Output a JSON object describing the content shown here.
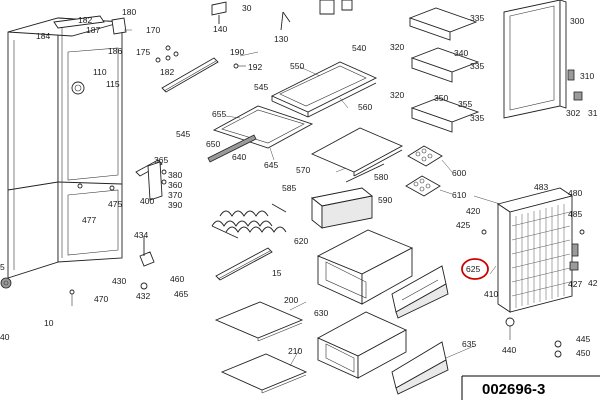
{
  "diagram": {
    "drawing_number": "002696-3",
    "highlight_color": "#cc0000",
    "highlighted_part": "625",
    "parts": [
      {
        "id": "p182",
        "label": "182"
      },
      {
        "id": "p184",
        "label": "184"
      },
      {
        "id": "p187",
        "label": "187"
      },
      {
        "id": "p180",
        "label": "180"
      },
      {
        "id": "p170",
        "label": "170"
      },
      {
        "id": "p186",
        "label": "186"
      },
      {
        "id": "p175",
        "label": "175"
      },
      {
        "id": "p140",
        "label": "140"
      },
      {
        "id": "p30",
        "label": "30"
      },
      {
        "id": "p130",
        "label": "130"
      },
      {
        "id": "p190",
        "label": "190"
      },
      {
        "id": "p182b",
        "label": "182"
      },
      {
        "id": "p192",
        "label": "192"
      },
      {
        "id": "p110",
        "label": "110"
      },
      {
        "id": "p115",
        "label": "115"
      },
      {
        "id": "p540",
        "label": "540"
      },
      {
        "id": "p550",
        "label": "550"
      },
      {
        "id": "p545",
        "label": "545"
      },
      {
        "id": "p560",
        "label": "560"
      },
      {
        "id": "p655",
        "label": "655"
      },
      {
        "id": "p545b",
        "label": "545"
      },
      {
        "id": "p650",
        "label": "650"
      },
      {
        "id": "p640",
        "label": "640"
      },
      {
        "id": "p645",
        "label": "645"
      },
      {
        "id": "p365",
        "label": "365"
      },
      {
        "id": "p380",
        "label": "380"
      },
      {
        "id": "p360",
        "label": "360"
      },
      {
        "id": "p370",
        "label": "370"
      },
      {
        "id": "p400",
        "label": "400"
      },
      {
        "id": "p390",
        "label": "390"
      },
      {
        "id": "p477",
        "label": "477"
      },
      {
        "id": "p475",
        "label": "475"
      },
      {
        "id": "p585",
        "label": "585"
      },
      {
        "id": "p570",
        "label": "570"
      },
      {
        "id": "p580",
        "label": "580"
      },
      {
        "id": "p590",
        "label": "590"
      },
      {
        "id": "p600",
        "label": "600"
      },
      {
        "id": "p610",
        "label": "610"
      },
      {
        "id": "p335a",
        "label": "335"
      },
      {
        "id": "p320a",
        "label": "320"
      },
      {
        "id": "p340",
        "label": "340"
      },
      {
        "id": "p335b",
        "label": "335"
      },
      {
        "id": "p320b",
        "label": "320"
      },
      {
        "id": "p350",
        "label": "350"
      },
      {
        "id": "p355",
        "label": "355"
      },
      {
        "id": "p335c",
        "label": "335"
      },
      {
        "id": "p300",
        "label": "300"
      },
      {
        "id": "p310",
        "label": "310"
      },
      {
        "id": "p302",
        "label": "302"
      },
      {
        "id": "p31",
        "label": "31"
      },
      {
        "id": "p434",
        "label": "434"
      },
      {
        "id": "p430",
        "label": "430"
      },
      {
        "id": "p460",
        "label": "460"
      },
      {
        "id": "p432",
        "label": "432"
      },
      {
        "id": "p465",
        "label": "465"
      },
      {
        "id": "p470",
        "label": "470"
      },
      {
        "id": "p5",
        "label": "5"
      },
      {
        "id": "p10",
        "label": "10"
      },
      {
        "id": "p40",
        "label": "40"
      },
      {
        "id": "p620",
        "label": "620"
      },
      {
        "id": "p15",
        "label": "15"
      },
      {
        "id": "p625",
        "label": "625"
      },
      {
        "id": "p410",
        "label": "410"
      },
      {
        "id": "p420",
        "label": "420"
      },
      {
        "id": "p425",
        "label": "425"
      },
      {
        "id": "p483",
        "label": "483"
      },
      {
        "id": "p480",
        "label": "480"
      },
      {
        "id": "p485",
        "label": "485"
      },
      {
        "id": "p427",
        "label": "427"
      },
      {
        "id": "p42",
        "label": "42"
      },
      {
        "id": "p200",
        "label": "200"
      },
      {
        "id": "p630",
        "label": "630"
      },
      {
        "id": "p635",
        "label": "635"
      },
      {
        "id": "p210",
        "label": "210"
      },
      {
        "id": "p440",
        "label": "440"
      },
      {
        "id": "p445",
        "label": "445"
      },
      {
        "id": "p450",
        "label": "450"
      }
    ]
  }
}
